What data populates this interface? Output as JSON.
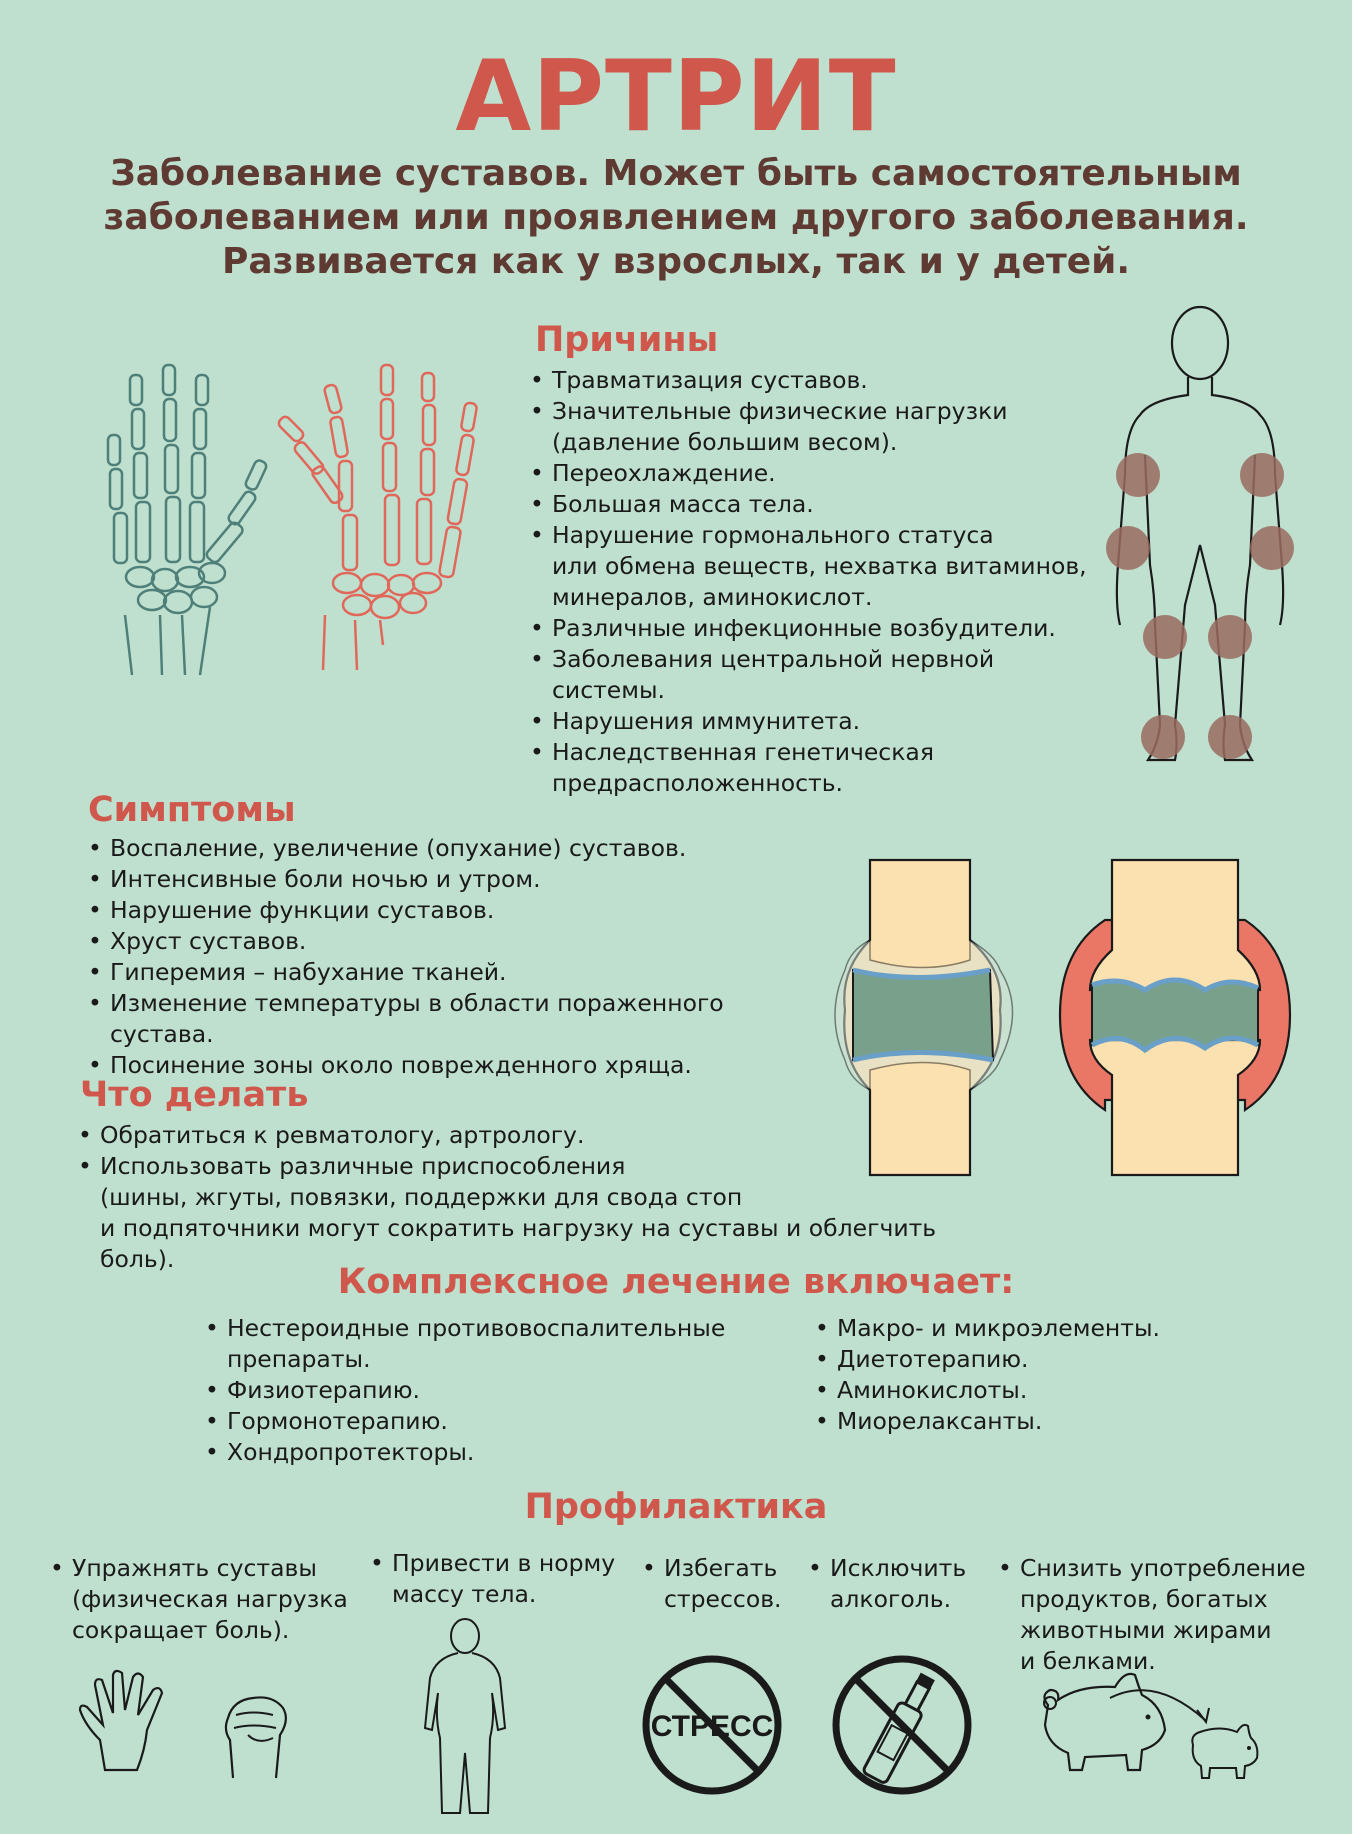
{
  "title": "АРТРИТ",
  "subtitle": [
    "Заболевание суставов. Может быть самостоятельным",
    "заболеванием или проявлением другого заболевания.",
    "Развивается как у взрослых, так и у детей."
  ],
  "causes": {
    "heading": "Причины",
    "items": [
      [
        "Травматизация суставов."
      ],
      [
        "Значительные физические нагрузки",
        "(давление большим весом)."
      ],
      [
        "Переохлаждение."
      ],
      [
        "Большая масса тела."
      ],
      [
        "Нарушение гормонального статуса",
        "или обмена веществ, нехватка витаминов,",
        "минералов, аминокислот."
      ],
      [
        "Различные инфекционные возбудители."
      ],
      [
        "Заболевания центральной нервной системы."
      ],
      [
        "Нарушения иммунитета."
      ],
      [
        "Наследственная генетическая",
        "предрасположенность."
      ]
    ]
  },
  "symptoms": {
    "heading": "Симптомы",
    "items": [
      "Воспаление, увеличение (опухание) суставов.",
      "Интенсивные боли ночью и утром.",
      "Нарушение функции суставов.",
      "Хруст суставов.",
      "Гиперемия – набухание тканей.",
      "Изменение температуры в области пораженного сустава.",
      "Посинение зоны около поврежденного хряща."
    ]
  },
  "todo": {
    "heading": "Что делать",
    "items": [
      [
        "Обратиться к ревматологу, артрологу."
      ],
      [
        "Использовать различные приспособления",
        "(шины, жгуты, повязки, поддержки для свода стоп",
        "и подпяточники могут сократить нагрузку на суставы и облегчить боль)."
      ]
    ]
  },
  "treatment": {
    "heading": "Комплексное лечение включает:",
    "left": [
      [
        "Нестероидные противовоспалительные",
        "препараты."
      ],
      [
        "Физиотерапию."
      ],
      [
        "Гормонотерапию."
      ],
      [
        "Хондропротекторы."
      ]
    ],
    "right": [
      [
        "Макро- и микроэлементы."
      ],
      [
        "Диетотерапию."
      ],
      [
        "Аминокислоты."
      ],
      [
        "Миорелаксанты."
      ]
    ]
  },
  "prevention": {
    "heading": "Профилактика",
    "items": [
      [
        "Упражнять суставы",
        "(физическая нагрузка",
        "сокращает боль)."
      ],
      [
        "Привести в норму",
        "массу тела."
      ],
      [
        "Избегать",
        "стрессов."
      ],
      [
        "Исключить",
        "алкоголь."
      ],
      [
        "Снизить употребление",
        "продуктов, богатых",
        "животными жирами",
        "и белками."
      ]
    ],
    "stress_sign_text": "СТРЕСС"
  },
  "colors": {
    "background": "#bfe0cf",
    "accent": "#d0574c",
    "subtitle": "#5e3a33",
    "healthy_bones": "#4f7f79",
    "sick_bones": "#e0685a",
    "joint_marker": "#9a6b60",
    "bone": "#fbe0b0",
    "cartilage": "#78a08a",
    "inflamed": "#ea7766"
  },
  "icons": [
    "healthy-hand-bones-icon",
    "arthritic-hand-bones-icon",
    "body-joints-icon",
    "healthy-knee-joint-icon",
    "inflamed-knee-joint-icon",
    "open-hand-icon",
    "fist-icon",
    "overweight-person-icon",
    "no-stress-sign-icon",
    "no-alcohol-sign-icon",
    "big-pig-icon",
    "small-pig-icon"
  ]
}
